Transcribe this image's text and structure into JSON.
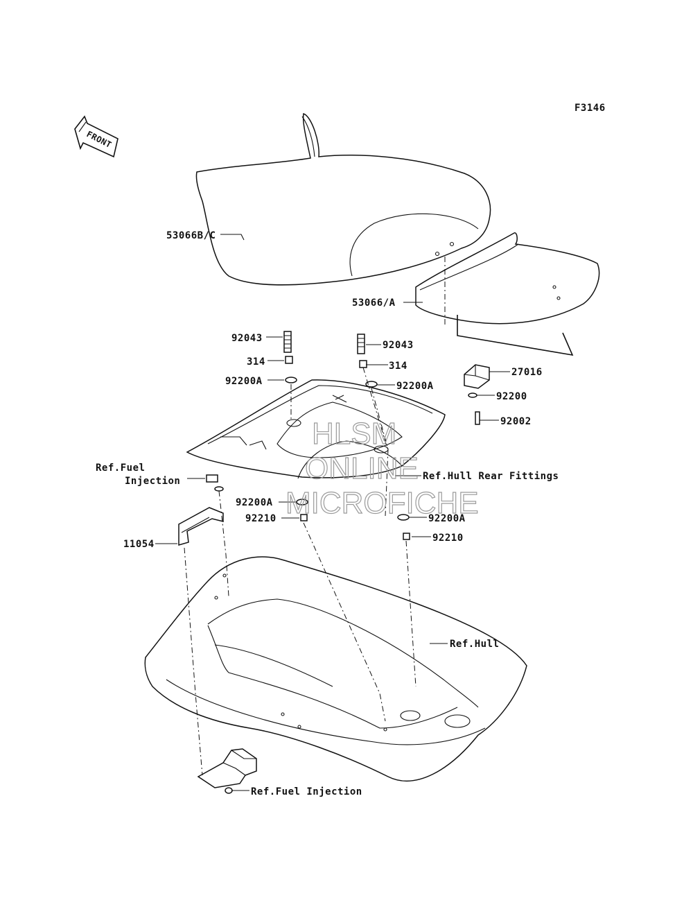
{
  "figure_code": "F3146",
  "front_arrow": {
    "label": "FRONT",
    "icon": "front-arrow-icon"
  },
  "watermark": [
    "HLSM",
    "ONLINE",
    "MICROFICHE"
  ],
  "callouts": {
    "seat_front": "53066B/C",
    "seat_rear": "53066/A",
    "bolt_left": "92043",
    "bolt_right": "92043",
    "collar_left": "314",
    "collar_right": "314",
    "washer_left_top": "92200A",
    "washer_right_top": "92200A",
    "stopper": "27016",
    "washer_stopper": "92200",
    "bolt_stopper": "92002",
    "ref_fuel_top_1": "Ref.Fuel",
    "ref_fuel_top_2": "Injection",
    "ref_hull_rear": "Ref.Hull Rear Fittings",
    "washer_left_bottom": "92200A",
    "nut_left": "92210",
    "washer_right_bottom": "92200A",
    "nut_right": "92210",
    "bracket": "11054",
    "ref_hull": "Ref.Hull",
    "ref_fuel_bottom": "Ref.Fuel Injection"
  }
}
